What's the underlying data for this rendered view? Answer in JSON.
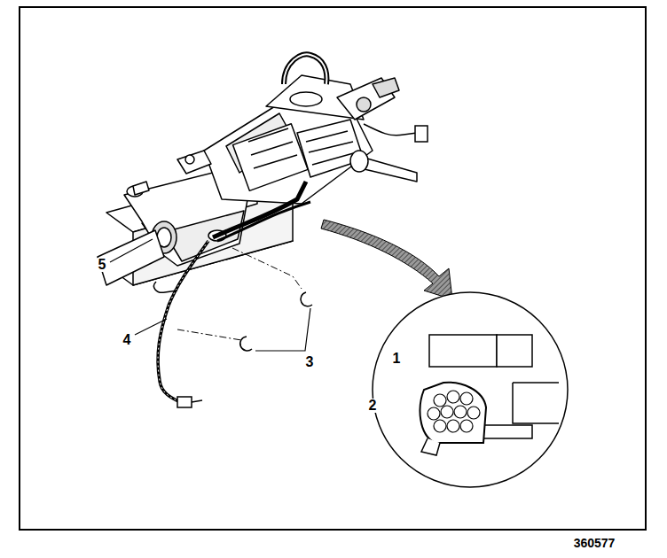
{
  "diagram": {
    "labels": [
      "5",
      "4",
      "3",
      "1",
      "2",
      "360577"
    ]
  }
}
